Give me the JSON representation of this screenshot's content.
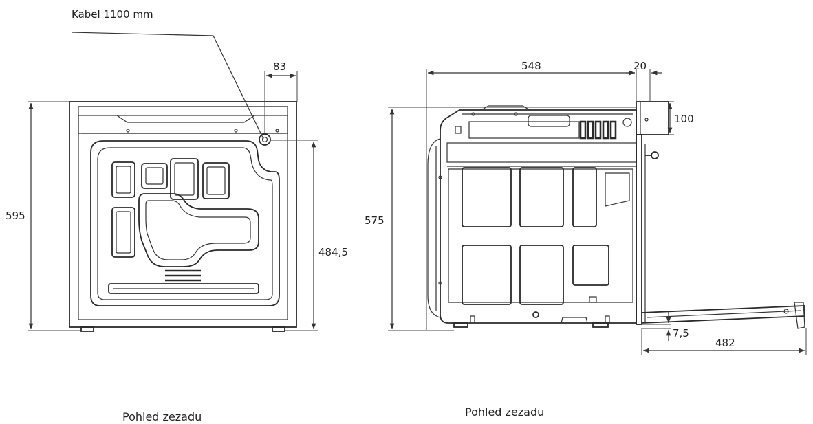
{
  "cable_label": "Kabel 1100 mm",
  "rear_view": {
    "caption": "Pohled zezadu",
    "dim_height_total": "595",
    "dim_cable_offset": "83",
    "dim_cable_height": "484,5"
  },
  "side_view": {
    "caption": "Pohled zezadu",
    "dim_depth": "548",
    "dim_front_panel": "20",
    "dim_height": "575",
    "dim_panel_height": "100",
    "dim_door_gap": "7,5",
    "dim_door_open": "482"
  }
}
